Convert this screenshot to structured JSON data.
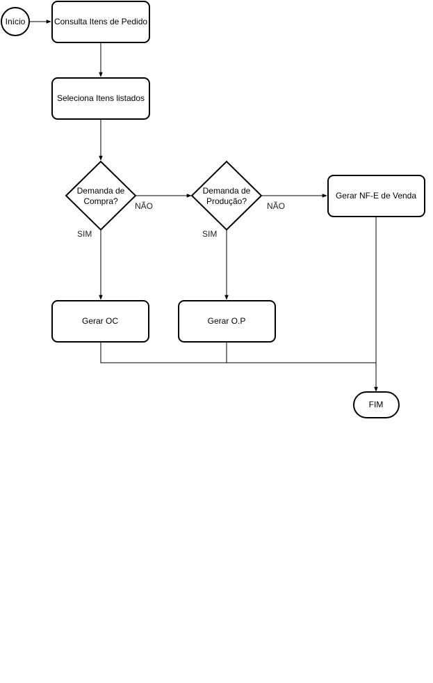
{
  "nodes": {
    "inicio": "Início",
    "consulta": "Consulta Itens de Pedido",
    "seleciona": "Seleciona Itens listados",
    "demanda_compra": [
      "Demanda de",
      "Compra?"
    ],
    "demanda_producao": [
      "Demanda de",
      "Produção?"
    ],
    "gerar_nfe": "Gerar NF-E de Venda",
    "gerar_oc": "Gerar OC",
    "gerar_op": "Gerar O.P",
    "fim": "FIM"
  },
  "edge_labels": {
    "compra_nao": "NÃO",
    "compra_sim": "SIM",
    "producao_nao": "NÃO",
    "producao_sim": "SIM"
  },
  "colors": {
    "stroke": "#000000",
    "fill": "#ffffff",
    "label": "#222222"
  }
}
